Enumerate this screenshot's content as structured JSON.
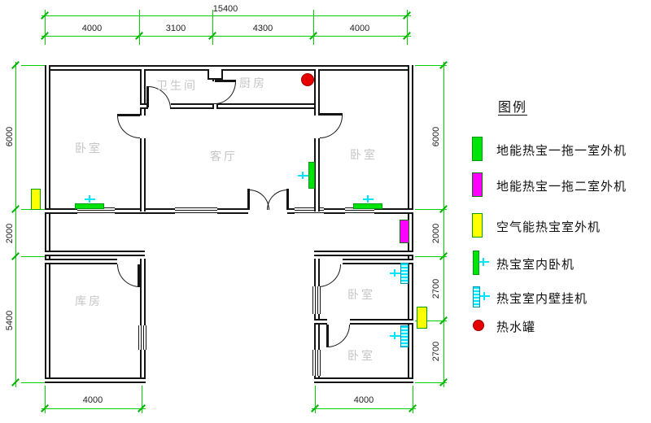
{
  "drawing": {
    "type": "residential floor plan with heat-pump equipment layout"
  },
  "dims": {
    "top_total": "15400",
    "top_segments": [
      "4000",
      "3100",
      "4300",
      "4000"
    ],
    "left": [
      "6000",
      "2000",
      "5400"
    ],
    "right": [
      "6000",
      "2000",
      "2700",
      "2700"
    ],
    "bottom": [
      "4000",
      "4000"
    ]
  },
  "rooms": [
    {
      "label": "卧室"
    },
    {
      "label": "卫生间"
    },
    {
      "label": "厨房"
    },
    {
      "label": "客厅"
    },
    {
      "label": "卧室"
    },
    {
      "label": "库房"
    },
    {
      "label": "卧室"
    },
    {
      "label": "卧室"
    }
  ],
  "legend": {
    "title": "图例",
    "items": [
      {
        "icon": "green-outdoor-unit",
        "label": "地能热宝一拖一室外机"
      },
      {
        "icon": "magenta-outdoor-unit",
        "label": "地能热宝一拖二室外机"
      },
      {
        "icon": "yellow-outdoor-unit",
        "label": "空气能热宝室外机"
      },
      {
        "icon": "green-indoor-floor-unit",
        "label": "热宝室内卧机"
      },
      {
        "icon": "cyan-indoor-wall-unit",
        "label": "热宝室内壁挂机"
      },
      {
        "icon": "red-water-tank",
        "label": "热水罐"
      }
    ]
  },
  "colors": {
    "dimension_line": "#00cf00",
    "outdoor_one_to_one": "#00e40c",
    "outdoor_one_to_two": "#ff00ff",
    "outdoor_air_source": "#ffff00",
    "indoor_wall_unit": "#00e5ff",
    "water_tank": "#e60000",
    "walls": "#141414",
    "room_label": "#c6c6c6"
  }
}
